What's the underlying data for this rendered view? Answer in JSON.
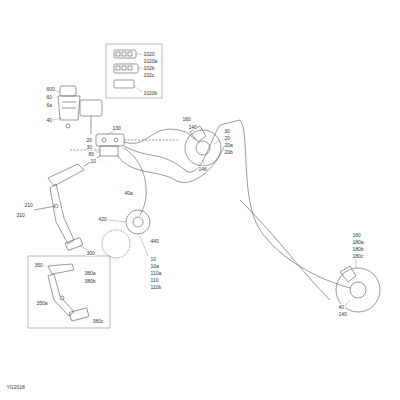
{
  "diagram": {
    "labels": [
      "600",
      "60",
      "6a",
      "40",
      "1020",
      "1020a",
      "102b",
      "102c",
      "1020b",
      "130",
      "160",
      "140",
      "20",
      "30",
      "80",
      "10",
      "30",
      "20",
      "20a",
      "20b",
      "146",
      "310",
      "210",
      "300",
      "350",
      "380a",
      "380b",
      "350a",
      "380c",
      "420",
      "440",
      "10",
      "10a",
      "110a",
      "110",
      "110b",
      "180",
      "180a",
      "180b",
      "180c",
      "40",
      "140",
      "40a",
      "YG2018"
    ]
  }
}
